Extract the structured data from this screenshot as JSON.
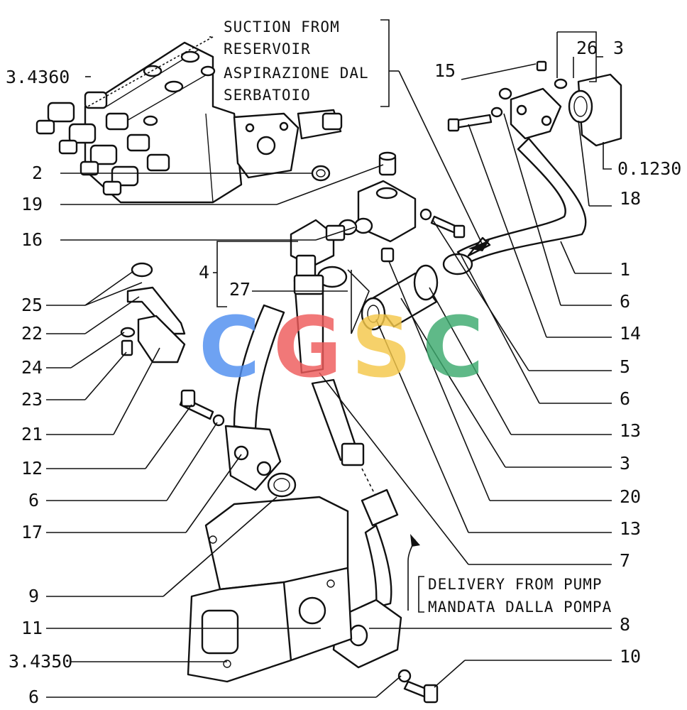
{
  "captions": {
    "suction_en_1": "SUCTION FROM",
    "suction_en_2": "RESERVOIR",
    "suction_it_1": "ASPIRAZIONE DAL",
    "suction_it_2": "SERBATOIO",
    "delivery_en": "DELIVERY FROM PUMP",
    "delivery_it": "MANDATA DALLA POMPA"
  },
  "callouts": {
    "ref_3_4360": "3.4360",
    "ref_3_4350": "3.4350",
    "ref_0_1230": "0.1230",
    "n2": "2",
    "n19": "19",
    "n16": "16",
    "n4": "4",
    "n27": "27",
    "n25": "25",
    "n22": "22",
    "n24": "24",
    "n23": "23",
    "n21": "21",
    "n12": "12",
    "n6_left_a": "6",
    "n17": "17",
    "n9": "9",
    "n11": "11",
    "n6_left_b": "6",
    "n15": "15",
    "n26": "26",
    "n3_top": "3",
    "n18": "18",
    "n1": "1",
    "n6_right_a": "6",
    "n14": "14",
    "n5": "5",
    "n6_right_b": "6",
    "n13_a": "13",
    "n3_right": "3",
    "n20": "20",
    "n13_b": "13",
    "n7": "7",
    "n8": "8",
    "n10": "10"
  },
  "watermark": {
    "letters": [
      "C",
      "G",
      "S",
      "C"
    ],
    "colors": [
      "#4f8ef0",
      "#ee5b5b",
      "#f5c84a",
      "#3daa6e"
    ]
  }
}
